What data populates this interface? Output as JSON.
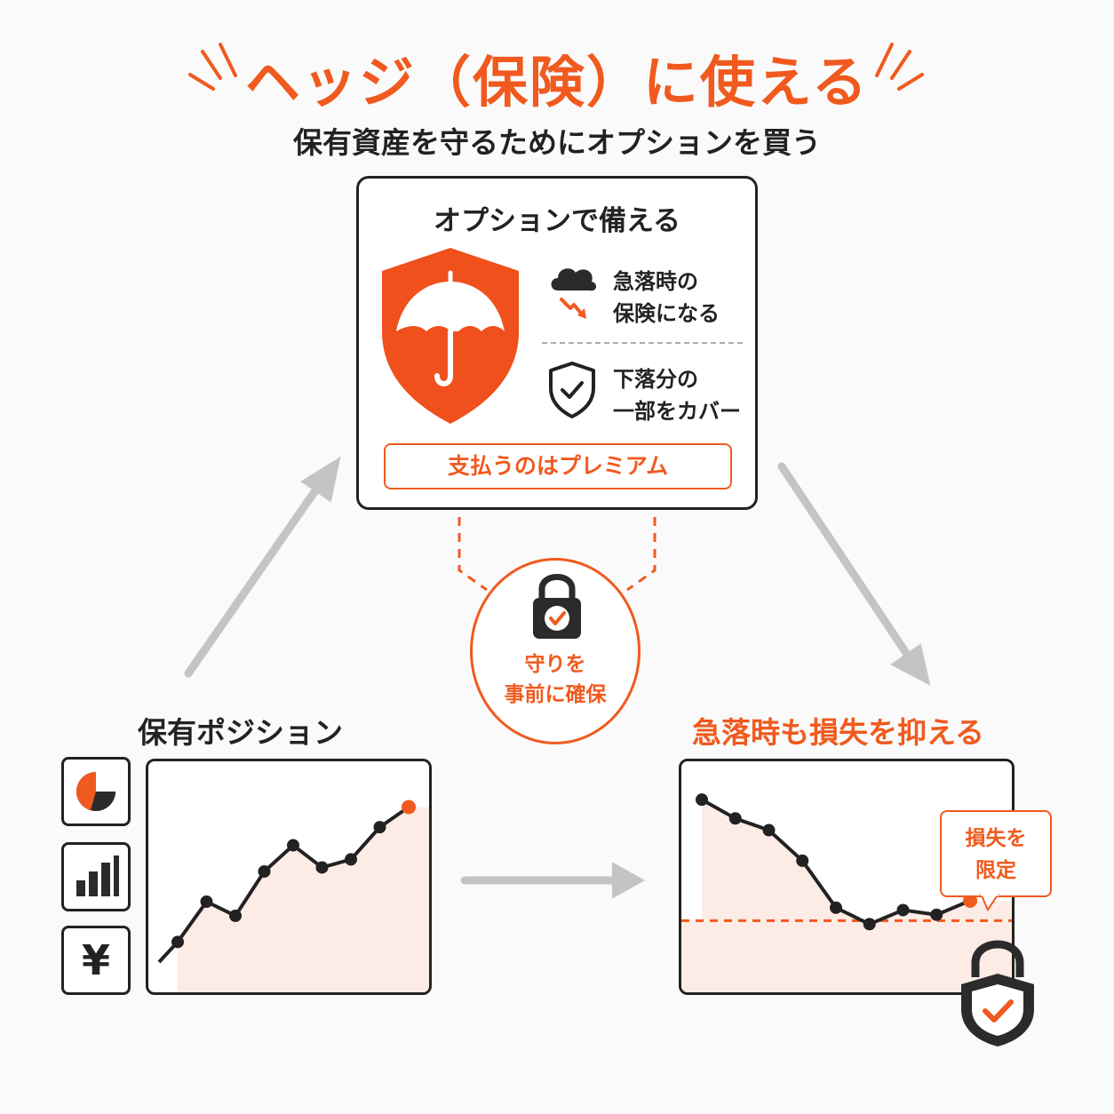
{
  "header": {
    "title": "ヘッジ（保険）に使える",
    "subtitle": "保有資産を守るためにオプションを買う"
  },
  "option_card": {
    "title": "オプションで備える",
    "benefit_1_line1": "急落時の",
    "benefit_1_line2": "保険になる",
    "benefit_2_line1": "下落分の",
    "benefit_2_line2": "一部をカバー",
    "premium_label": "支払うのはプレミアム"
  },
  "lock_badge": {
    "line1": "守りを",
    "line2": "事前に確保"
  },
  "holding": {
    "label": "保有ポジション",
    "yen_symbol": "¥"
  },
  "crash": {
    "label": "急落時も損失を抑える",
    "callout_line1": "損失を",
    "callout_line2": "限定"
  },
  "colors": {
    "accent": "#f05a1e",
    "ink": "#222222",
    "fill": "#fdece6",
    "arrow": "#c4c4c4"
  },
  "chart_data": [
    {
      "type": "line",
      "name": "holding-chart",
      "values": [
        1,
        3,
        2.3,
        4.5,
        5.8,
        4.7,
        5.1,
        6.7,
        7.7
      ],
      "highlight_last": true
    },
    {
      "type": "line",
      "name": "crash-chart",
      "values": [
        8.2,
        7.4,
        6.9,
        5.6,
        3.6,
        2.9,
        3.5,
        3.3,
        3.9
      ],
      "floor": 3.05,
      "highlight_last": true
    }
  ]
}
